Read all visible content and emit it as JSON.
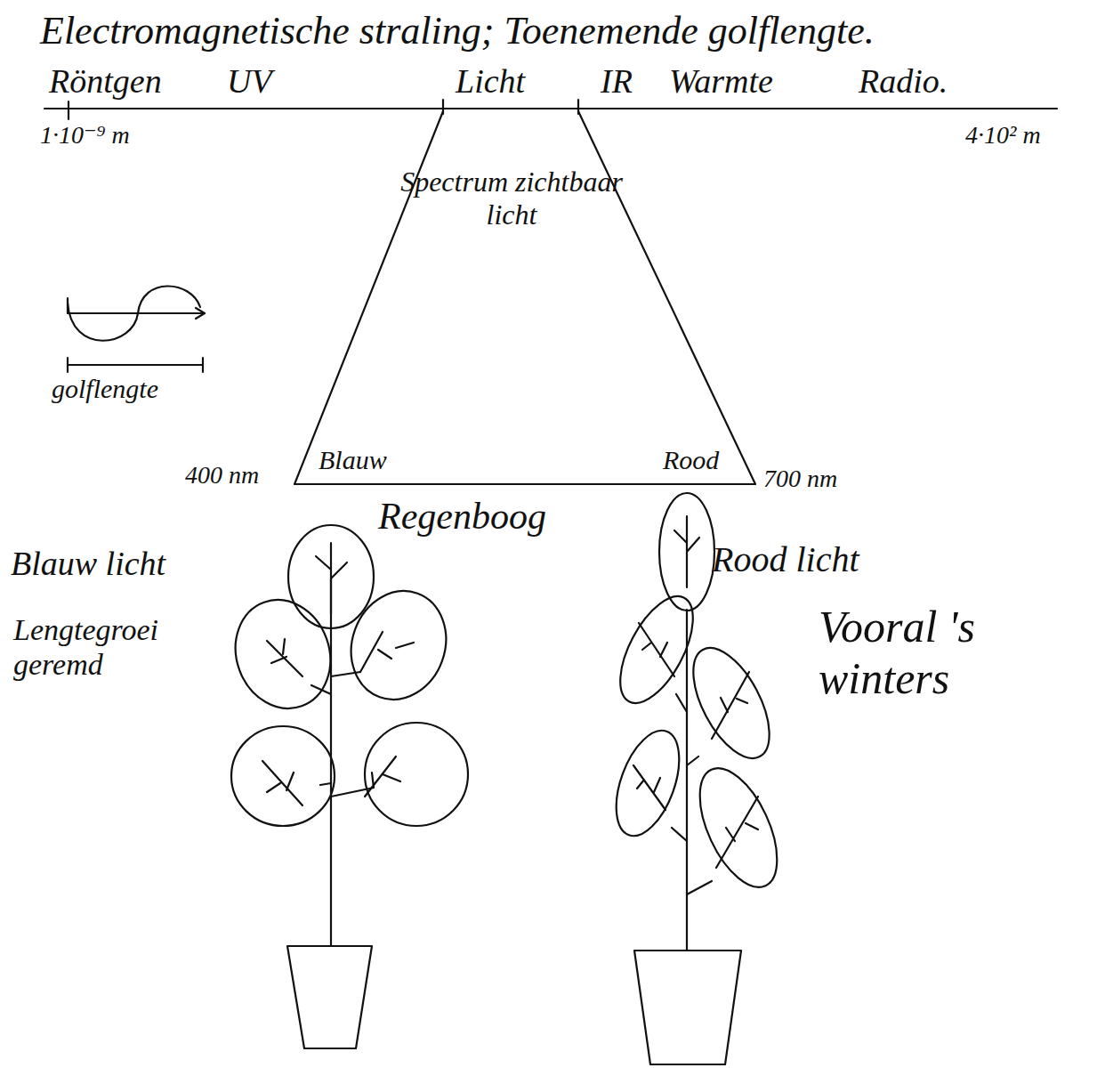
{
  "diagram": {
    "title": "Electromagnetische straling; Toenemende golflengte.",
    "nodes": [
      {
        "text": [
          "Spectrum zichtbaar licht",
          "Blauw",
          "Rood"
        ]
      }
    ],
    "labels": [
      "Röntgen",
      "UV",
      "Licht",
      "IR",
      "Warmte",
      "Radio.",
      "1·10⁻⁹ m",
      "4·10² m",
      "golflengte",
      "400 nm",
      "700 nm",
      "Regenboog",
      "Blauw licht",
      "Lengtegroei geremd",
      "Rood licht",
      "Vooral 's winters"
    ]
  }
}
